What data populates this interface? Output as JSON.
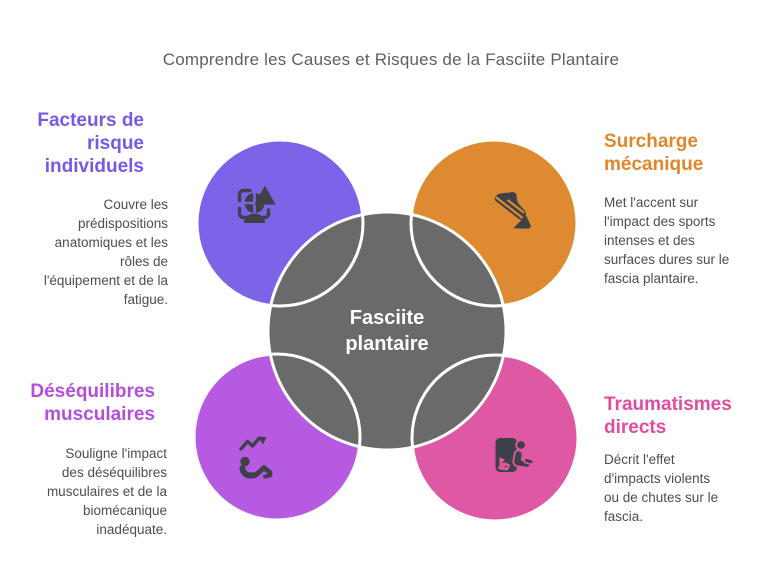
{
  "title": "Comprendre les Causes et Risques de la Fasciite Plantaire",
  "center": {
    "label": "Fasciite\nplantaire"
  },
  "nodes": {
    "top_left": {
      "heading": "Facteurs de\nrisque\nindividuels",
      "description": "Couvre les\nprédispositions\nanatomiques et les\nrôles de\nl'équipement et de la\nfatigue.",
      "icon": "shapes-anatomy-icon"
    },
    "top_right": {
      "heading": "Surcharge\nmécanique",
      "description": "Met l'accent sur\nl'impact des sports\nintenses et des\nsurfaces dures sur le\nfascia plantaire.",
      "icon": "running-shoe-icon"
    },
    "bottom_left": {
      "heading": "Déséquilibres\nmusculaires",
      "description": "Souligne l'impact\ndes déséquilibres\nmusculaires et de la\nbiomécanique\ninadéquate.",
      "icon": "exercise-progress-icon"
    },
    "bottom_right": {
      "heading": "Traumatismes\ndirects",
      "description": "Décrit l'effet\nd'impacts violents\nou de chutes sur le\nfascia.",
      "icon": "slip-fall-icon"
    }
  },
  "colors": {
    "circle-purple": "#7d63e8",
    "circle-orange": "#dd8a30",
    "circle-violet": "#b75ae2",
    "circle-pink": "#de58a3",
    "circle-gray": "#6a6a6a",
    "heading-purple": "#7659e8",
    "heading-orange": "#e0862b",
    "heading-violet": "#b44fdc",
    "heading-pink": "#e04c9f",
    "icon-dark": "#3e4147",
    "title-text": "#5e5f61",
    "body-text": "#4c4d53",
    "stroke-white": "#ffffff"
  }
}
